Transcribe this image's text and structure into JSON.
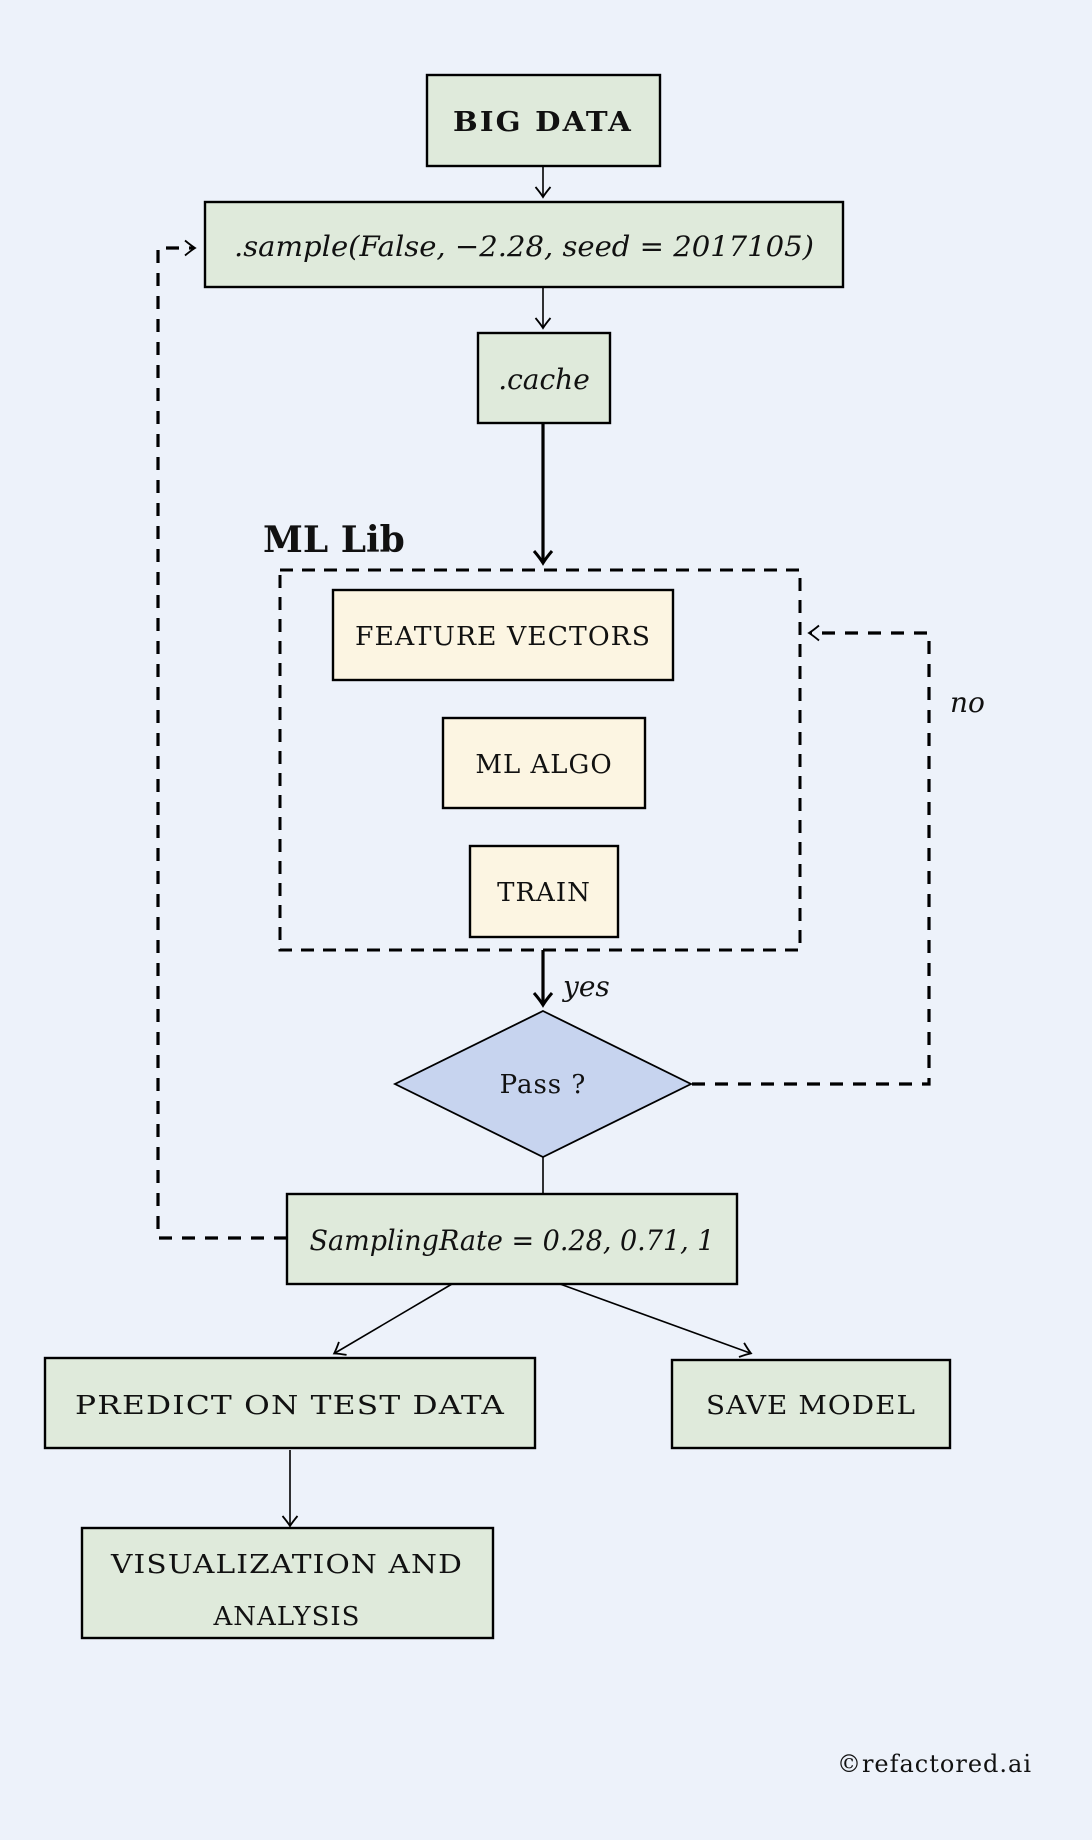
{
  "title": "Big Data ML pipeline flowchart",
  "colors": {
    "background": "#edf2fa",
    "node_green": "#dfeadb",
    "node_cream": "#fcf5e2",
    "node_blue": "#c7d4ef",
    "stroke": "#000000"
  },
  "nodes": {
    "big_data": "BIG DATA",
    "sample": ".sample(False, −2.28, seed = 2017105)",
    "cache": ".cache",
    "feature_vectors": "FEATURE VECTORS",
    "ml_algo": "ML ALGO",
    "train": "TRAIN",
    "pass_decision": "Pass ?",
    "sampling_rate": "SamplingRate = 0.28, 0.71, 1",
    "predict": "PREDICT ON TEST DATA",
    "save_model": "SAVE MODEL",
    "visualization_line1": "VISUALIZATION AND",
    "visualization_line2": "ANALYSIS"
  },
  "group": {
    "ml_lib": "ML Lib"
  },
  "edge_labels": {
    "yes": "yes",
    "no": "no"
  },
  "footer": {
    "credit": "©refactored.ai"
  }
}
